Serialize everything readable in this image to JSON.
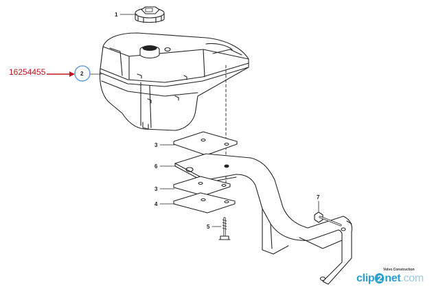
{
  "part_number": "16254455",
  "callouts": {
    "cap": "1",
    "tank": "2",
    "pad_upper": "3",
    "pad_lower": "3",
    "plate": "6",
    "pad_small": "4",
    "bolt": "5",
    "screw": "7"
  },
  "watermark": {
    "company": "Volvo Construction",
    "brand_prefix": "clip",
    "brand_mid": "2",
    "brand_suffix": "net",
    "brand_domain": ".com"
  },
  "colors": {
    "part_number": "#c0151b",
    "highlight_circle": "#6aa0d8",
    "brand": "#2a9fd6"
  }
}
